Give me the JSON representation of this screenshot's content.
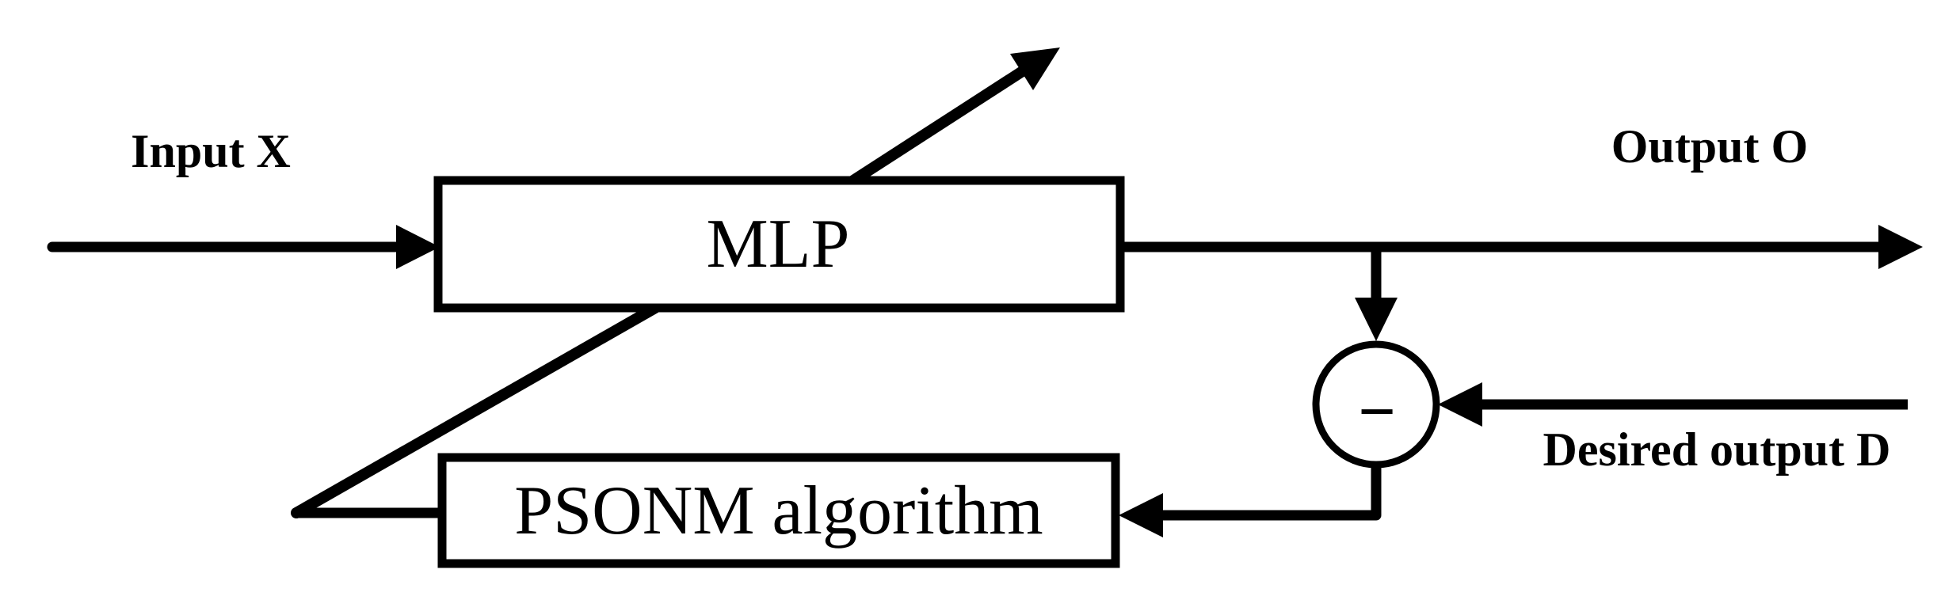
{
  "colors": {
    "ink": "#000000",
    "background": "#ffffff"
  },
  "nodes": {
    "mlp": {
      "label": "MLP",
      "shape": "rect"
    },
    "psonm": {
      "label": "PSONM algorithm",
      "shape": "rect"
    },
    "comparator": {
      "label": "−",
      "shape": "circle"
    }
  },
  "labels": {
    "input": "Input X",
    "output": "Output O",
    "desired": "Desired output D"
  },
  "edges": [
    {
      "from": "input",
      "to": "mlp"
    },
    {
      "from": "mlp",
      "to": "output"
    },
    {
      "from": "output-line",
      "to": "comparator"
    },
    {
      "from": "desired",
      "to": "comparator"
    },
    {
      "from": "comparator",
      "to": "psonm"
    },
    {
      "from": "psonm",
      "to": "mlp"
    },
    {
      "from": "mlp",
      "to": "adaptation-arrow"
    }
  ]
}
